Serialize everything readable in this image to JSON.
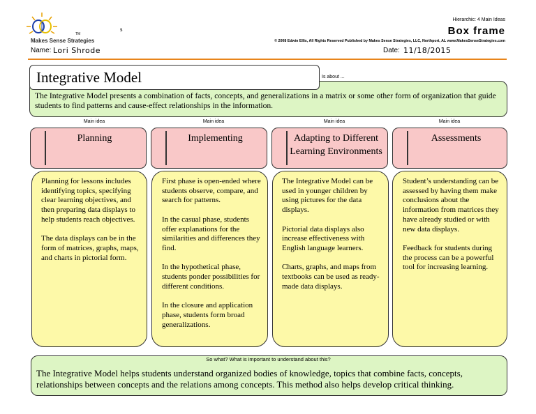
{
  "header": {
    "brand": "Makes Sense Strategies",
    "tm": "TM",
    "s_mark": "s",
    "organizer_type": "Hierarchic: 4 Main Ideas",
    "frame_title": "Box frame",
    "copyright": "© 2008 Edwin Ellis, All Rights Reserved   Published by Makes Sense Strategies, LLC, Northport, AL   www.MakesSenseStrategies.com",
    "name_label": "Name:",
    "name_value": "Lori Shrode",
    "date_label": "Date:",
    "date_value": "11/18/2015",
    "logo_icon": "lightbulb-logo-icon",
    "accent_color": "#e8841a"
  },
  "topic": {
    "title": "Integrative Model",
    "is_about_label": "Is about ...",
    "description": "The Integrative Model presents a combination of facts, concepts, and generalizations in a matrix or some other form of organization that guide students to find patterns and cause-effect relationships in the information."
  },
  "main_idea_label": "Main idea",
  "columns": [
    {
      "title": "Planning",
      "paragraphs": [
        "Planning for lessons includes identifying topics, specifying clear learning objectives, and then preparing data displays to help students reach objectives.",
        "The data displays can be in the form of matrices, graphs, maps, and charts in pictorial form."
      ]
    },
    {
      "title": "Implementing",
      "paragraphs": [
        "First phase is open-ended where students observe, compare, and search for patterns.",
        "In the casual phase, students offer explanations for the similarities and differences they find.",
        "In the hypothetical phase, students ponder possibilities for different conditions.",
        "In the closure and application phase, students form broad generalizations."
      ]
    },
    {
      "title": "Adapting to Different Learning Environments",
      "paragraphs": [
        "The Integrative Model can be used in younger children by using pictures for the data displays.",
        "Pictorial data displays also increase effectiveness with English language learners.",
        "Charts, graphs, and maps from textbooks can be used as ready-made data displays."
      ]
    },
    {
      "title": "Assessments",
      "paragraphs": [
        "Student’s understanding can be assessed by having them make conclusions about the information from matrices they have already studied or with new data displays.",
        "Feedback for students during the process can be a powerful tool for increasing learning."
      ]
    }
  ],
  "so_what": {
    "label": "So what? What is important to understand about this?",
    "text": "The Integrative Model helps students understand organized bodies of knowledge, topics that combine facts, concepts, relationships between concepts and the relations among concepts.  This method also helps develop critical thinking."
  },
  "colors": {
    "main_idea_fill": "#f9c8c8",
    "detail_fill": "#fdf9a8",
    "summary_fill": "#ddf5c4"
  }
}
